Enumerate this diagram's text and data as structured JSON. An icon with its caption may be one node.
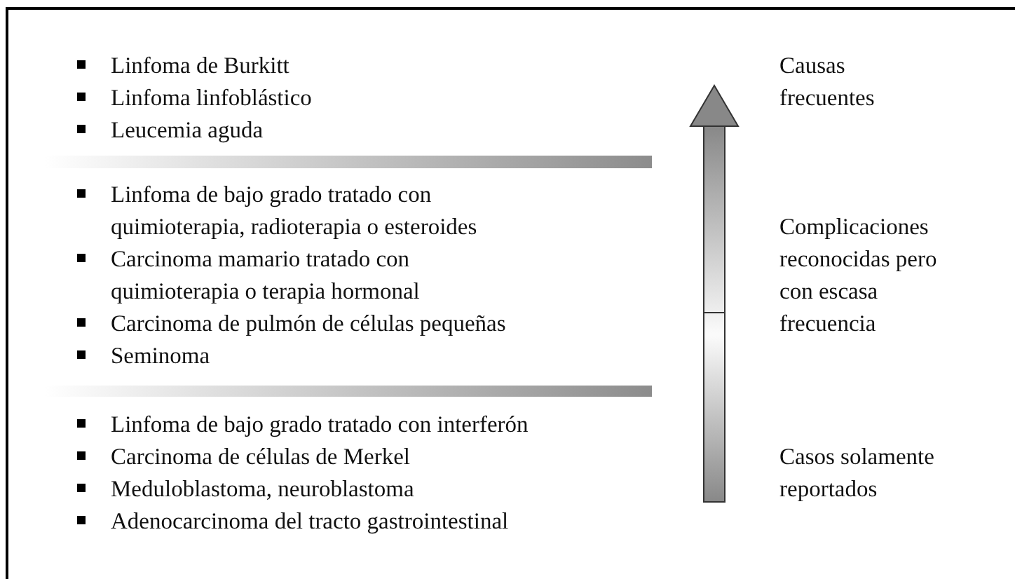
{
  "diagram": {
    "labels": [
      "Linfoma de Burkitt",
      "Linfoma linfoblástico",
      "Leucemia aguda",
      "Linfoma de bajo grado tratado con quimioterapia, radioterapia o esteroides",
      "Carcinoma mamario tratado con quimioterapia o terapia hormonal",
      "Carcinoma de pulmón de células pequeñas",
      "Seminoma",
      "Linfoma de bajo grado tratado con interferón",
      "Carcinoma de células de Merkel",
      "Meduloblastoma, neuroblastoma",
      "Adenocarcinoma del tracto gastrointestinal",
      "Causas frecuentes",
      "Complicaciones reconocidas pero con escasa frecuencia",
      "Casos solamente reportados"
    ]
  }
}
